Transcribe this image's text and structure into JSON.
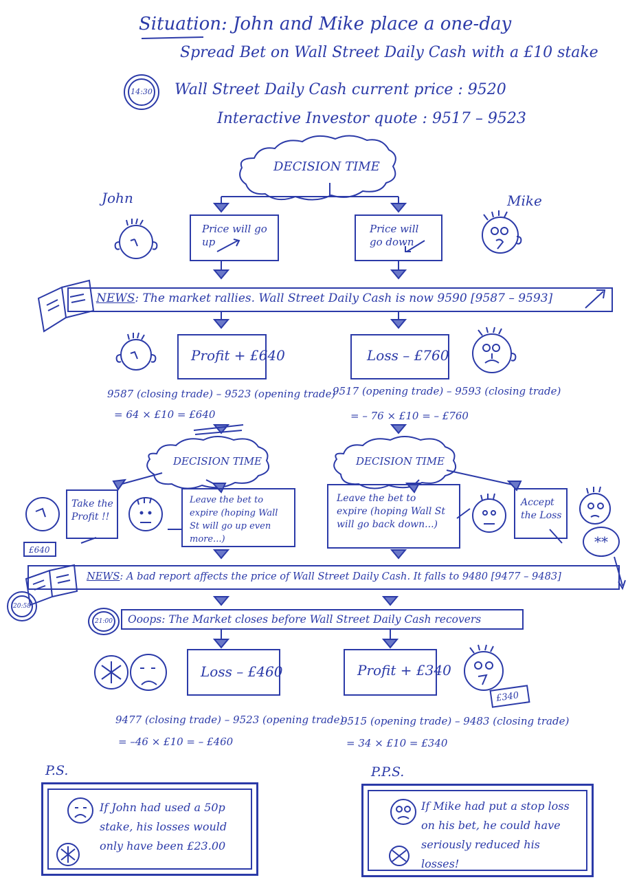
{
  "header": {
    "situation_label": "Situation",
    "situation_line1": ": John and Mike place a one-day",
    "situation_line2": "Spread Bet on Wall Street Daily Cash with a £10 stake",
    "time_badge": "14:30",
    "price_line": "Wall Street Daily Cash current price : 9520",
    "quote_line": "Interactive Investor quote : 9517 – 9523"
  },
  "decision1": "DECISION TIME",
  "names": {
    "john": "John",
    "mike": "Mike"
  },
  "choices": {
    "john": "Price will go up",
    "mike": "Price will go down"
  },
  "news1": {
    "label": "NEWS",
    "text": ": The market rallies. Wall Street Daily Cash is now 9590 [9587 – 9593]"
  },
  "results1": {
    "john_box": "Profit + £640",
    "mike_box": "Loss – £760",
    "john_calc1": "9587 (closing trade) – 9523 (opening trade)",
    "john_calc2": "= 64 × £10 = £640",
    "mike_calc1": "9517 (opening trade) – 9593 (closing trade)",
    "mike_calc2": "= – 76 × £10 = – £760"
  },
  "decision2": {
    "left": "DECISION TIME",
    "right": "DECISION TIME"
  },
  "options": {
    "take_profit": "Take the Profit !!",
    "take_profit_tag": "£640",
    "john_leave": "Leave the bet to expire (hoping Wall St will go up even more...)",
    "mike_leave": "Leave the bet to expire (hoping Wall St will go back down...)",
    "accept_loss": "Accept the Loss",
    "accept_loss_tag": "**"
  },
  "news2": {
    "time_badge": "20:58",
    "label": "NEWS",
    "text": ": A bad report affects the price of Wall Street Daily Cash. It falls to 9480 [9477 – 9483]"
  },
  "oops": {
    "time_badge": "21:00",
    "text": "Ooops: The Market closes before Wall Street Daily Cash recovers"
  },
  "results2": {
    "john_box": "Loss – £460",
    "mike_box": "Profit + £340",
    "mike_tag": "£340",
    "john_calc1": "9477 (closing trade) – 9523 (opening trade)",
    "john_calc2": "= –46 × £10 = – £460",
    "mike_calc1": "9515 (opening trade) – 9483 (closing trade)",
    "mike_calc2": "= 34 × £10 = £340"
  },
  "ps": {
    "label": "P.S.",
    "text": "If John had used a 50p stake, his losses would only have been £23.00"
  },
  "pps": {
    "label": "P.P.S.",
    "text": "If Mike had put a stop loss on his bet, he could have seriously reduced his losses!"
  },
  "colors": {
    "ink": "#2b3aa8",
    "paper": "#ffffff"
  }
}
